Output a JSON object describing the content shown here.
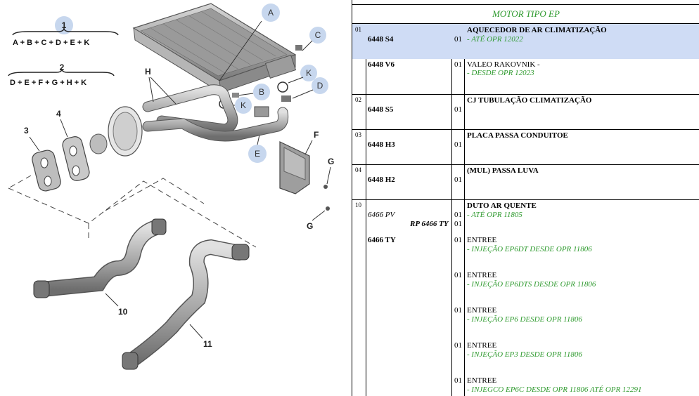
{
  "diagram": {
    "formulas": [
      {
        "id": "1",
        "text": "A + B + C + D + E + K"
      },
      {
        "id": "2",
        "text": "D + E + F + G + H + K"
      }
    ],
    "callouts": [
      "A",
      "B",
      "C",
      "K",
      "D",
      "K",
      "E"
    ],
    "labels": {
      "h": "H",
      "f": "F",
      "g1": "G",
      "g2": "G",
      "n3": "3",
      "n4": "4",
      "n10": "10",
      "n11": "11"
    }
  },
  "catalog": {
    "engine_title": "MOTOR TIPO EP",
    "colors": {
      "note": "#2e9a2e",
      "selected": "#cfdcf5",
      "callout": "#c7d7ee"
    },
    "rows": [
      {
        "group": "01",
        "selected": true,
        "lines": [
          {
            "ref": "6448 S4",
            "qty": "01",
            "desc": "AQUECEDOR DE AR CLIMATIZAÇÃO",
            "note": "- ATÉ OPR 12022"
          },
          {
            "ref": "6448 V6",
            "qty": "01",
            "desc": "VALEO RAKOVNIK -",
            "note": "- DESDE OPR 12023"
          }
        ]
      },
      {
        "group": "02",
        "lines": [
          {
            "ref": "6448 S5",
            "qty": "01",
            "desc": "CJ TUBULAÇÃO CLIMATIZAÇÃO"
          }
        ]
      },
      {
        "group": "03",
        "lines": [
          {
            "ref": "6448 H3",
            "qty": "01",
            "desc": "PLACA PASSA CONDUITOE"
          }
        ]
      },
      {
        "group": "04",
        "lines": [
          {
            "ref": "6448 H2",
            "qty": "01",
            "desc": "(MUL) PASSA LUVA"
          }
        ]
      },
      {
        "group": "10",
        "header_desc": "DUTO AR QUENTE",
        "lines": [
          {
            "ref": "6466 PV",
            "qty": "01",
            "note": "- ATÉ OPR 11805"
          },
          {
            "rp": "RP 6466 TY",
            "qty": "01"
          },
          {
            "ref": "6466 TY",
            "qty": "01",
            "desc": "ENTREE",
            "note": "- INJEÇÃO EP6DT DESDE OPR 11806"
          },
          {
            "qty": "01",
            "desc": "ENTREE",
            "note": "- INJEÇÃO EP6DTS DESDE OPR 11806"
          },
          {
            "qty": "01",
            "desc": "ENTREE",
            "note": "- INJEÇÃO EP6 DESDE OPR 11806"
          },
          {
            "qty": "01",
            "desc": "ENTREE",
            "note": "- INJEÇÃO EP3 DESDE OPR 11806"
          },
          {
            "qty": "01",
            "desc": "ENTREE",
            "note": "- INJEGCO EP6C DESDE OPR 11806 ATÉ OPR 12291"
          }
        ]
      }
    ]
  }
}
